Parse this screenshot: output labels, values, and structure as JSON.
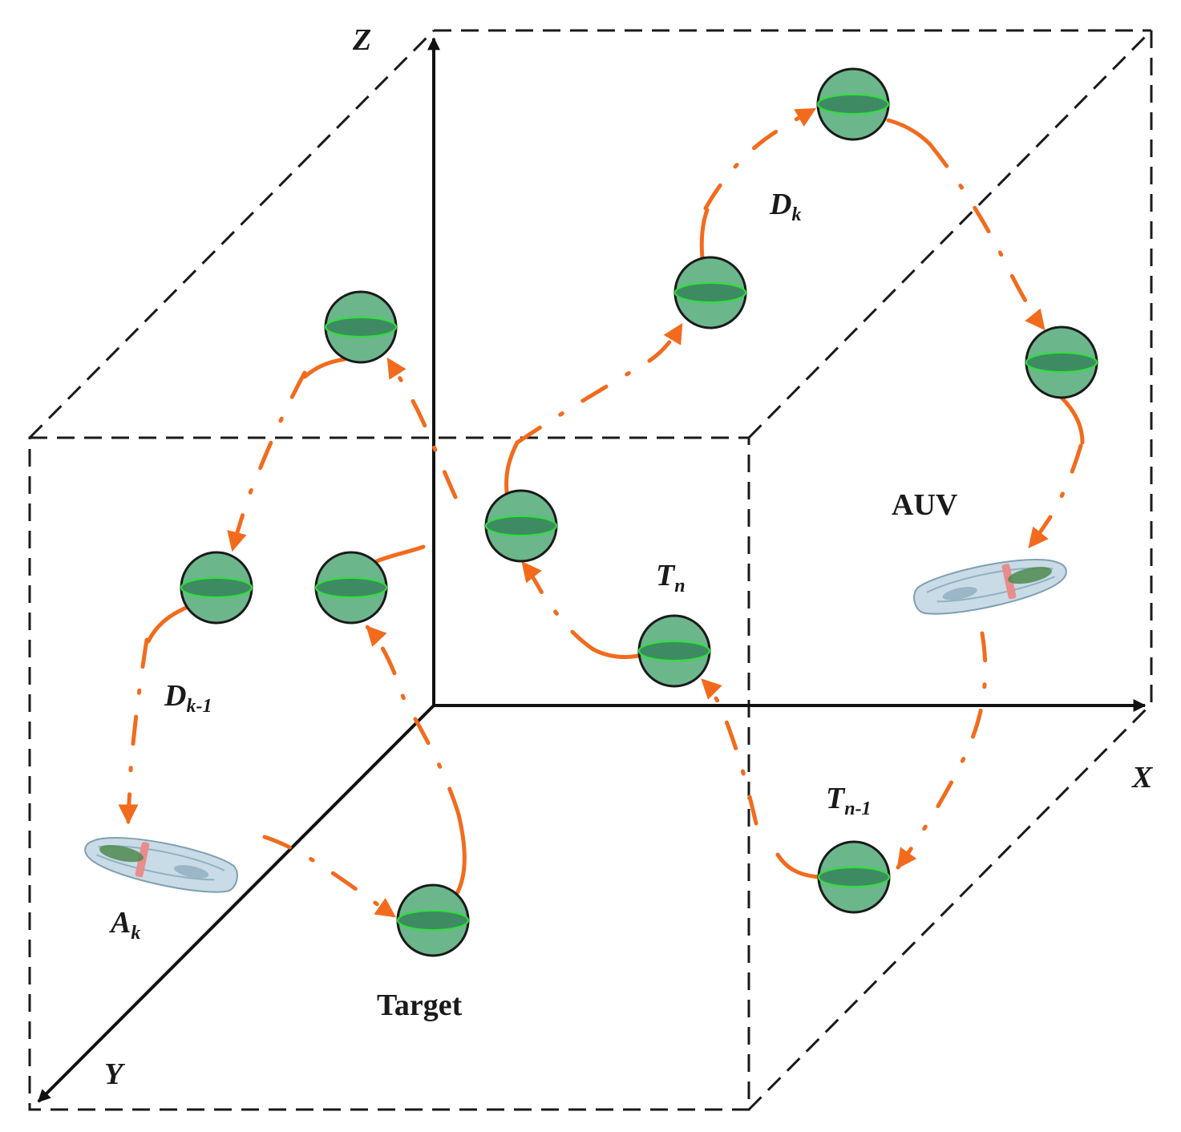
{
  "labels": {
    "axis_z": "Z",
    "axis_x": "X",
    "axis_y": "Y",
    "d_k": "D",
    "d_k_sub": "k",
    "d_k1": "D",
    "d_k1_sub": "k-1",
    "t_n": "T",
    "t_n_sub": "n",
    "t_n1": "T",
    "t_n1_sub": "n-1",
    "a_k": "A",
    "a_k_sub": "k",
    "auv": "AUV",
    "target": "Target"
  },
  "colors": {
    "path": "#f26b1d",
    "node_fill": "#6cb68c",
    "node_band": "#3e8b63",
    "node_equator": "#2fe03a",
    "box_lines": "#1a1a1a"
  },
  "icons": {
    "node": "sensor-node-icon",
    "vehicle": "auv-vehicle-icon"
  }
}
